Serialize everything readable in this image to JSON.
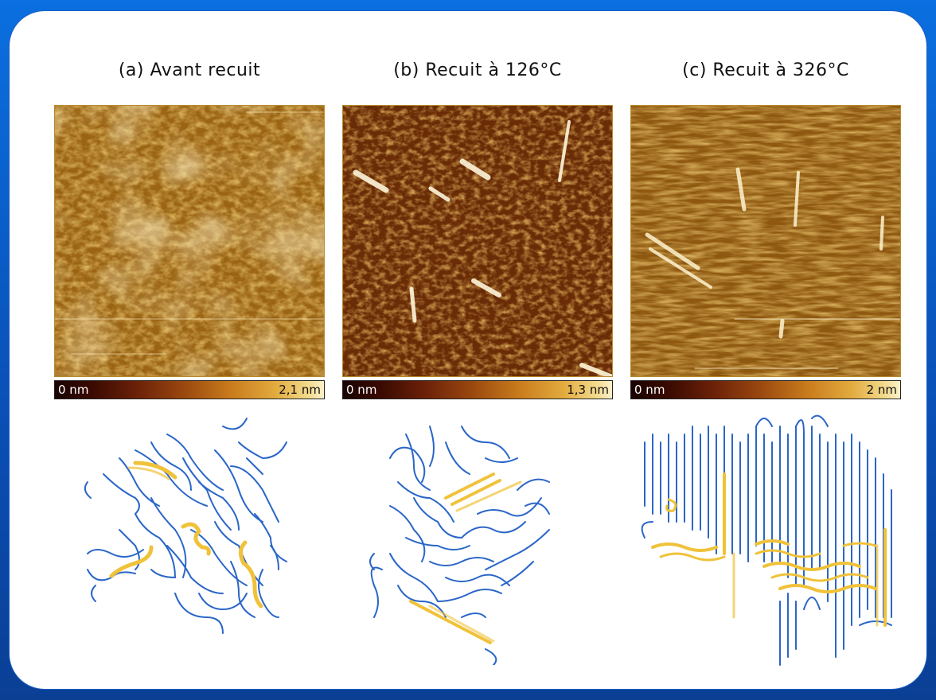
{
  "panels": [
    {
      "title": "(a) Avant recuit",
      "scale": {
        "min_label": "0 nm",
        "max_label": "2,1 nm"
      }
    },
    {
      "title": "(b) Recuit à 126°C",
      "scale": {
        "min_label": "0 nm",
        "max_label": "1,3 nm"
      }
    },
    {
      "title": "(c) Recuit à 326°C",
      "scale": {
        "min_label": "0 nm",
        "max_label": "2 nm"
      }
    }
  ],
  "colors": {
    "frame": "#0a5ad0",
    "polymer_chain": "#2a66c8",
    "highlight_chain": "#f0c23a",
    "afm_dark": "#4a1c04",
    "afm_light": "#f4d68a"
  }
}
